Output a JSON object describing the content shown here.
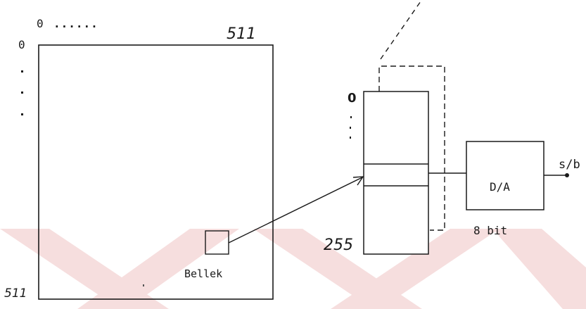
{
  "colors": {
    "ink": "#1a1a1a",
    "watermark": "#f6dede"
  },
  "memory": {
    "col_start": "0",
    "col_dots": "......",
    "col_end": "511",
    "row_start": "0",
    "row_end": "511",
    "cell_label": "Bellek"
  },
  "lut": {
    "top": "0",
    "bottom": "255"
  },
  "dac": {
    "label": "D/A",
    "bits": "8 bit",
    "output": "s/b"
  }
}
